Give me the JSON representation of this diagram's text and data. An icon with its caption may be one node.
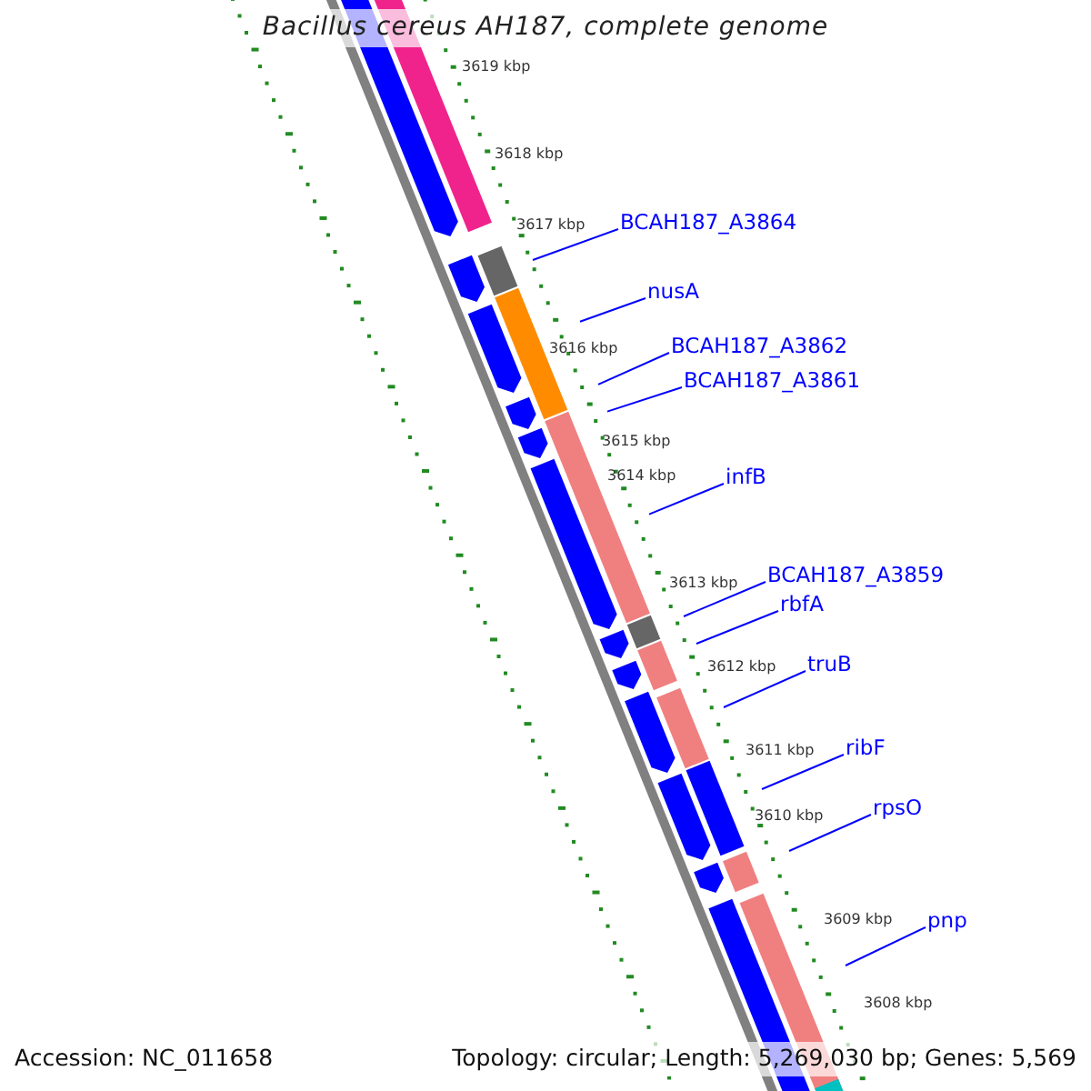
{
  "diagram": {
    "title": "Bacillus cereus AH187, complete genome",
    "nodes": [
      {
        "text": [
          "BCAH187_A3864"
        ]
      },
      {
        "text": [
          "nusA"
        ]
      },
      {
        "text": [
          "BCAH187_A3862"
        ]
      },
      {
        "text": [
          "BCAH187_A3861"
        ]
      },
      {
        "text": [
          "infB"
        ]
      },
      {
        "text": [
          "BCAH187_A3859"
        ]
      },
      {
        "text": [
          "rbfA"
        ]
      },
      {
        "text": [
          "truB"
        ]
      },
      {
        "text": [
          "ribF"
        ]
      },
      {
        "text": [
          "rpsO"
        ]
      },
      {
        "text": [
          "pnp"
        ]
      }
    ],
    "edges": [
      {
        "from": 0,
        "to": null,
        "arrow": "none"
      },
      {
        "from": 1,
        "to": null,
        "arrow": "none"
      },
      {
        "from": 2,
        "to": null,
        "arrow": "none"
      },
      {
        "from": 3,
        "to": null,
        "arrow": "none"
      },
      {
        "from": 4,
        "to": null,
        "arrow": "none"
      },
      {
        "from": 5,
        "to": null,
        "arrow": "none"
      },
      {
        "from": 6,
        "to": null,
        "arrow": "none"
      },
      {
        "from": 7,
        "to": null,
        "arrow": "none"
      },
      {
        "from": 8,
        "to": null,
        "arrow": "none"
      },
      {
        "from": 9,
        "to": null,
        "arrow": "none"
      },
      {
        "from": 10,
        "to": null,
        "arrow": "none"
      }
    ],
    "labels": [
      "3619 kbp",
      "3618 kbp",
      "3617 kbp",
      "3616 kbp",
      "3615 kbp",
      "3614 kbp",
      "3613 kbp",
      "3612 kbp",
      "3611 kbp",
      "3610 kbp",
      "3609 kbp",
      "3608 kbp",
      "Accession: NC_011658",
      "Topology: circular; Length: 5,269,030 bp; Genes: 5,569"
    ]
  }
}
